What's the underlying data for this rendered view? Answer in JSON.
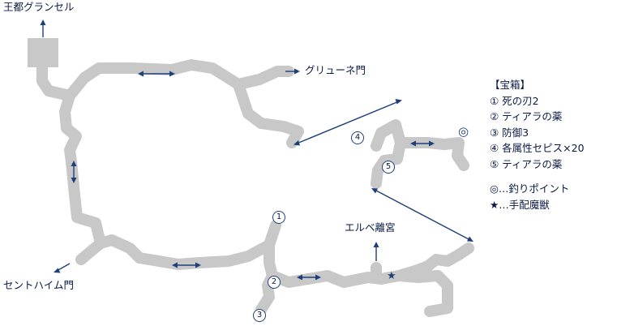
{
  "labels": {
    "capital": "王都グランセル",
    "gryune": "グリューネ門",
    "sentheim": "セントハイム門",
    "erbe": "エルベ離宮"
  },
  "markers": {
    "m1": "1",
    "m2": "2",
    "m3": "3",
    "m4": "4",
    "m5": "5",
    "fishing_symbol": "◎",
    "boss_symbol": "★"
  },
  "legend": {
    "title": "【宝箱】",
    "items": [
      "① 死の刃2",
      "② ティアラの薬",
      "③ 防御3",
      "④ 各属性セピス×20",
      "⑤ ティアラの薬"
    ],
    "fishing": "◎…釣りポイント",
    "boss": "★…手配魔獣"
  },
  "colors": {
    "road": "#c8c8c8",
    "arrow": "#1f3f7a",
    "text": "#0a1a44"
  }
}
